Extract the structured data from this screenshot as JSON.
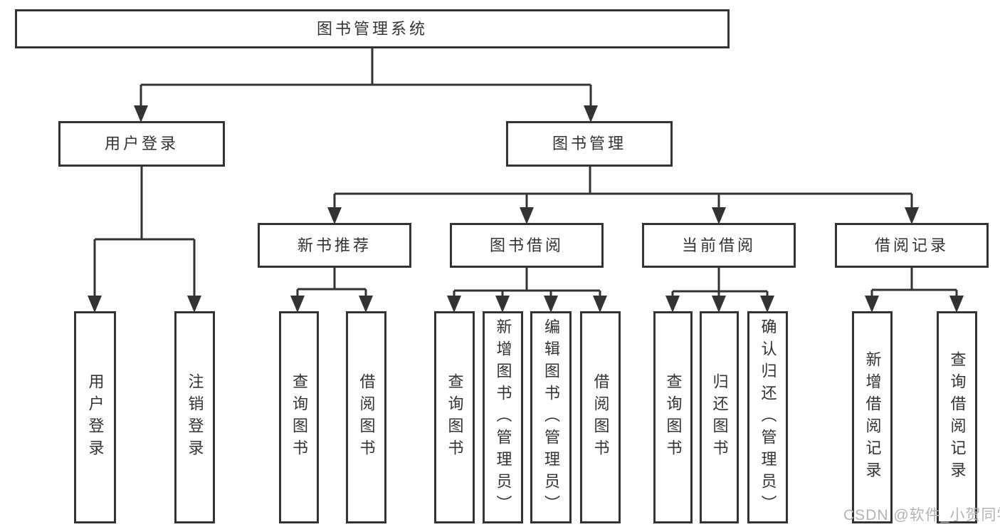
{
  "tree": {
    "label": "图书管理系统",
    "children": [
      {
        "label": "用户登录",
        "children": [
          {
            "label": "用户登录"
          },
          {
            "label": "注销登录"
          }
        ]
      },
      {
        "label": "图书管理",
        "children": [
          {
            "label": "新书推荐",
            "children": [
              {
                "label": "查询图书"
              },
              {
                "label": "借阅图书"
              }
            ]
          },
          {
            "label": "图书借阅",
            "children": [
              {
                "label": "查询图书"
              },
              {
                "label": "新增图书（管理员）"
              },
              {
                "label": "编辑图书（管理员）"
              },
              {
                "label": "借阅图书"
              }
            ]
          },
          {
            "label": "当前借阅",
            "children": [
              {
                "label": "查询图书"
              },
              {
                "label": "归还图书"
              },
              {
                "label": "确认归还（管理员）"
              }
            ]
          },
          {
            "label": "借阅记录",
            "children": [
              {
                "label": "新增借阅记录"
              },
              {
                "label": "查询借阅记录"
              }
            ]
          }
        ]
      }
    ]
  },
  "watermark": {
    "text": "CSDN @软件_小贺同学"
  },
  "colors": {
    "line": "#333333",
    "text": "#333333",
    "watermark": "#b3b3b3",
    "background": "#ffffff"
  }
}
